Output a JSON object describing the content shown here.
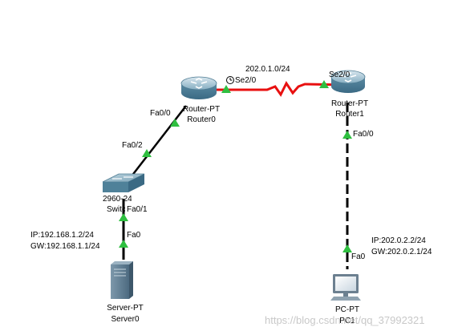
{
  "network": {
    "link_label": "202.0.1.0/24",
    "router0": {
      "model": "Router-PT",
      "name": "Router0",
      "port_se": "Se2/0",
      "port_fa": "Fa0/0"
    },
    "router1": {
      "model": "Router-PT",
      "name": "Router1",
      "port_se": "Se2/0",
      "port_fa": "Fa0/0"
    },
    "switch0": {
      "model": "2960-24TT",
      "name": "Switch0",
      "port_up": "Fa0/2",
      "port_down": "Fa0/1"
    },
    "server0": {
      "model": "Server-PT",
      "name": "Server0",
      "port": "Fa0",
      "ip": "IP:192.168.1.2/24",
      "gw": "GW:192.168.1.1/24"
    },
    "pc1": {
      "model": "PC-PT",
      "name": "PC1",
      "port": "Fa0",
      "ip": "IP:202.0.2.2/24",
      "gw": "GW:202.0.2.1/24"
    }
  },
  "colors": {
    "serial_link": "#e81010",
    "ethernet_link": "#000000",
    "link_up_marker": "#2fbf40",
    "router_body": "#6a9fb8",
    "switch_body": "#5a8fa8",
    "server_body": "#5f7f96"
  },
  "watermark": "https://blog.csdn.net/qq_37992321"
}
